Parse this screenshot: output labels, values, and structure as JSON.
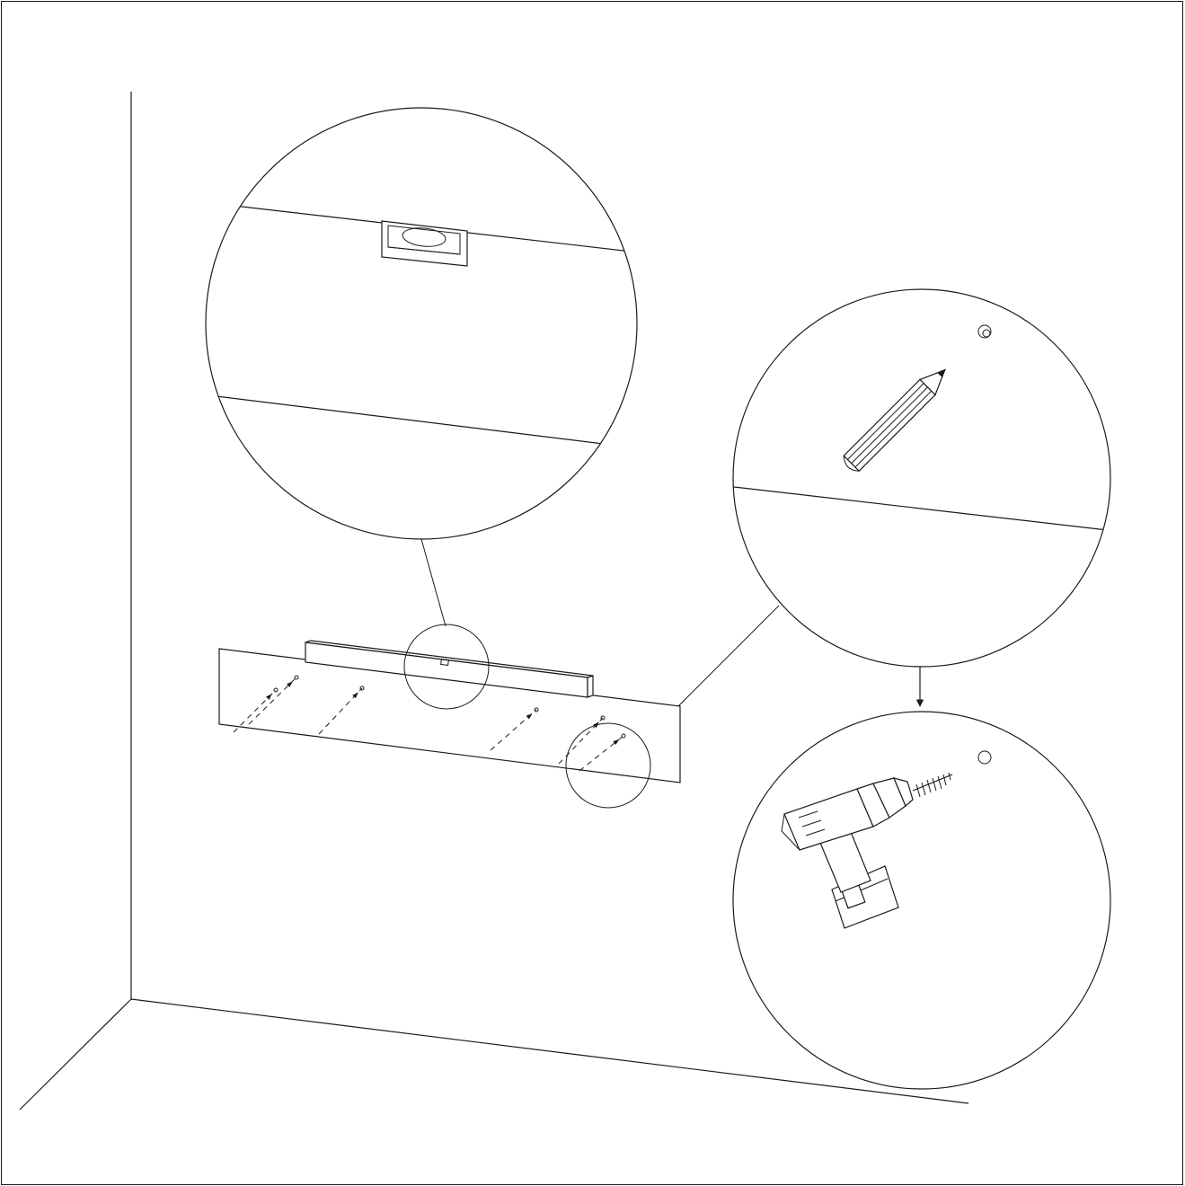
{
  "diagram": {
    "kind": "wall-mounting instruction illustration",
    "colors": {
      "line": "#1a1a1a",
      "background": "#ffffff"
    },
    "icons": [
      "spirit-level-icon",
      "pencil-icon",
      "drill-icon",
      "screw-icon",
      "arrow-down-icon"
    ],
    "detail_callouts": [
      "level-check-detail",
      "mark-hole-detail",
      "drill-hole-detail"
    ]
  }
}
